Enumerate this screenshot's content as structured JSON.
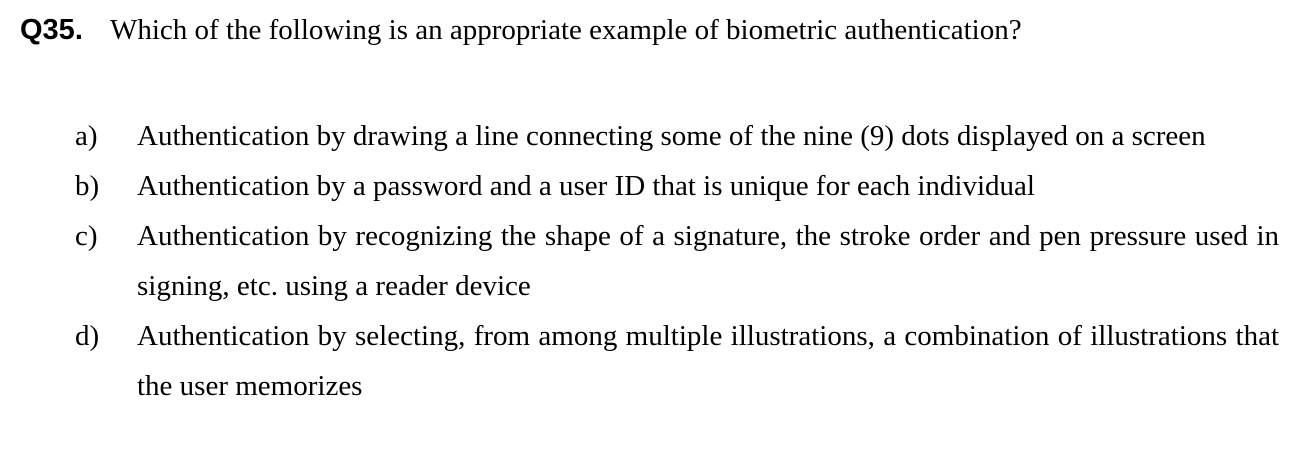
{
  "question": {
    "number": "Q35.",
    "text": "Which of the following is an appropriate example of biometric authentication?"
  },
  "options": [
    {
      "label": "a)",
      "text": "Authentication by drawing a line connecting some of the nine (9) dots displayed on a screen"
    },
    {
      "label": "b)",
      "text": "Authentication by a password and a user ID that is unique for each individual"
    },
    {
      "label": "c)",
      "text": "Authentication by recognizing the shape of a signature, the stroke order and pen pressure used in signing, etc. using a reader device"
    },
    {
      "label": "d)",
      "text": "Authentication by selecting, from among multiple illustrations, a combination of illustrations that the user memorizes"
    }
  ]
}
